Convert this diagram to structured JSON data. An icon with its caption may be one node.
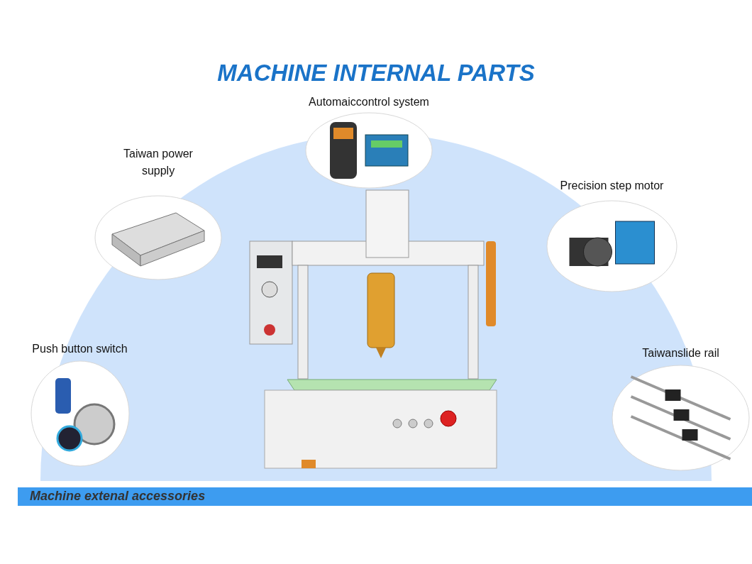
{
  "diagram": {
    "title": "MACHINE INTERNAL PARTS",
    "nodes": [
      {
        "text": [
          "Automaiccontrol system"
        ]
      },
      {
        "text": [
          "Taiwan power supply"
        ]
      },
      {
        "text": [
          "Precision step motor"
        ]
      },
      {
        "text": [
          "Push button switch"
        ]
      },
      {
        "text": [
          "Taiwanslide rail"
        ]
      }
    ],
    "labels": [
      "Machine extenal accessories"
    ]
  }
}
